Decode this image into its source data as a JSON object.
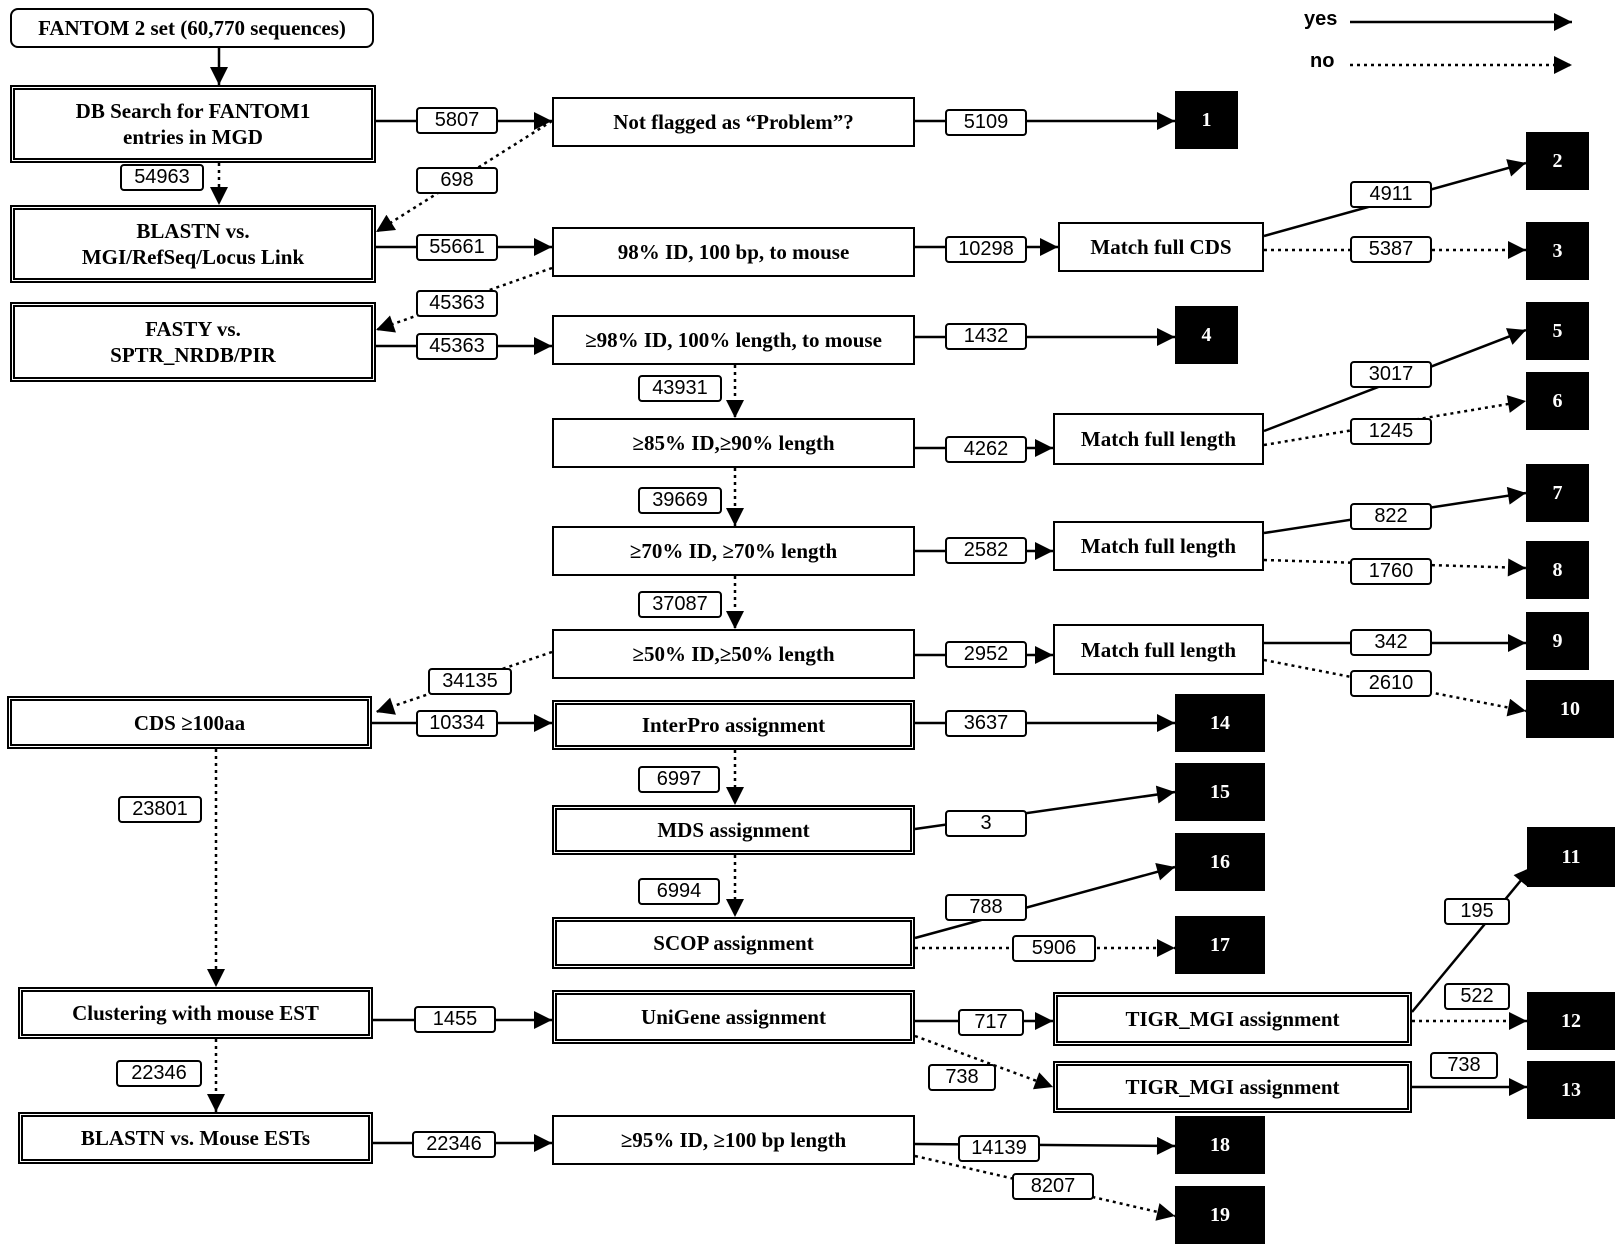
{
  "legend": {
    "yes": "yes",
    "no": "no"
  },
  "boxes": {
    "fantom2": "FANTOM 2 set (60,770 sequences)",
    "dbsearch": "DB Search for FANTOM1\nentries in MGD",
    "notflagged": "Not flagged as “Problem”?",
    "blastn_mgi": "BLASTN vs.\nMGI/RefSeq/Locus Link",
    "id98_100bp": "98% ID,   100 bp, to mouse",
    "matchcds": "Match full CDS",
    "fasty": "FASTY vs.\nSPTR_NRDB/PIR",
    "id98_100len": "≥98% ID, 100% length, to mouse",
    "id85": "≥85% ID,≥90% length",
    "matchlen85": "Match full length",
    "id70": "≥70% ID, ≥70% length",
    "matchlen70": "Match full length",
    "id50": "≥50% ID,≥50% length",
    "matchlen50": "Match full length",
    "cds100": "CDS ≥100aa",
    "interpro": "InterPro assignment",
    "mds": "MDS assignment",
    "scop": "SCOP assignment",
    "clustering": "Clustering with mouse EST",
    "unigene": "UniGene assignment",
    "tigr1": "TIGR_MGI assignment",
    "tigr2": "TIGR_MGI assignment",
    "blastn_est": "BLASTN vs. Mouse ESTs",
    "id95": "≥95% ID, ≥100 bp length"
  },
  "outcomes": {
    "o1": "1",
    "o2": "2",
    "o3": "3",
    "o4": "4",
    "o5": "5",
    "o6": "6",
    "o7": "7",
    "o8": "8",
    "o9": "9",
    "o10": "10",
    "o11": "11",
    "o12": "12",
    "o13": "13",
    "o14": "14",
    "o15": "15",
    "o16": "16",
    "o17": "17",
    "o18": "18",
    "o19": "19"
  },
  "counts": {
    "c5807": "5807",
    "c698": "698",
    "c54963": "54963",
    "c5109": "5109",
    "c55661": "55661",
    "c45363a": "45363",
    "c10298": "10298",
    "c4911": "4911",
    "c5387": "5387",
    "c45363b": "45363",
    "c1432": "1432",
    "c43931": "43931",
    "c4262": "4262",
    "c3017": "3017",
    "c1245": "1245",
    "c39669": "39669",
    "c2582": "2582",
    "c822": "822",
    "c1760": "1760",
    "c37087": "37087",
    "c2952": "2952",
    "c342": "342",
    "c2610": "2610",
    "c34135": "34135",
    "c10334": "10334",
    "c3637": "3637",
    "c23801": "23801",
    "c6997": "6997",
    "c3": "3",
    "c6994": "6994",
    "c788": "788",
    "c5906": "5906",
    "c1455": "1455",
    "c717": "717",
    "c738a": "738",
    "c195": "195",
    "c522": "522",
    "c738b": "738",
    "c22346a": "22346",
    "c22346b": "22346",
    "c14139": "14139",
    "c8207": "8207"
  }
}
